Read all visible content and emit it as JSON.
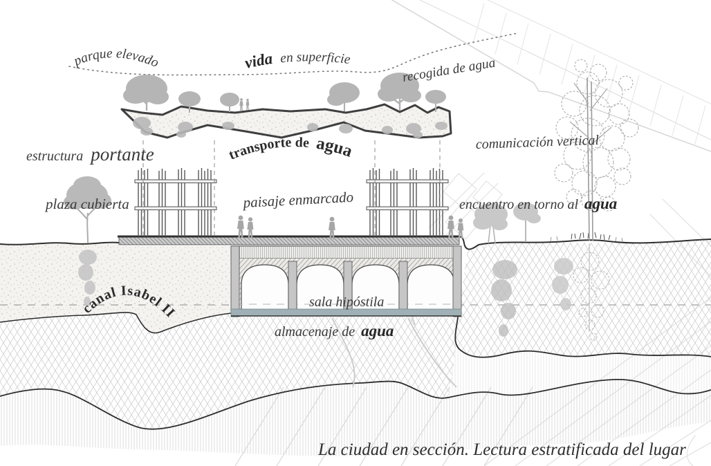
{
  "diagram": {
    "caption": "La ciudad en sección. Lectura estratificada del lugar",
    "surface_labels": {
      "parque_elevado": "parque elevado",
      "vida_emph": "vida",
      "vida_rest": "en superficie",
      "recogida_de_agua": "recogida de agua"
    },
    "structure_labels": {
      "estructura_small": "estructura",
      "estructura_large": "portante",
      "transporte_lead": "transporte de",
      "transporte_emph": "agua",
      "comunicacion_vertical": "comunicación vertical",
      "plaza_cubierta": "plaza cubierta",
      "paisaje_enmarcado": "paisaje enmarcado",
      "encuentro_lead": "encuentro en torno al",
      "encuentro_emph": "agua"
    },
    "underground_labels": {
      "canal_isabel": "canal Isabel II",
      "sala_hipostila": "sala hipóstila",
      "almacenaje_lead": "almacenaje de",
      "almacenaje_emph": "agua"
    },
    "colors": {
      "ink": "#3a3a3a",
      "outline": "#2f2f2f",
      "tree_silhouette": "#b5b5b5",
      "tree_scribble": "#a6a6a6",
      "plan_line": "#dcdcdc",
      "water": "#9fb1b6",
      "paper": "#ffffff"
    }
  }
}
